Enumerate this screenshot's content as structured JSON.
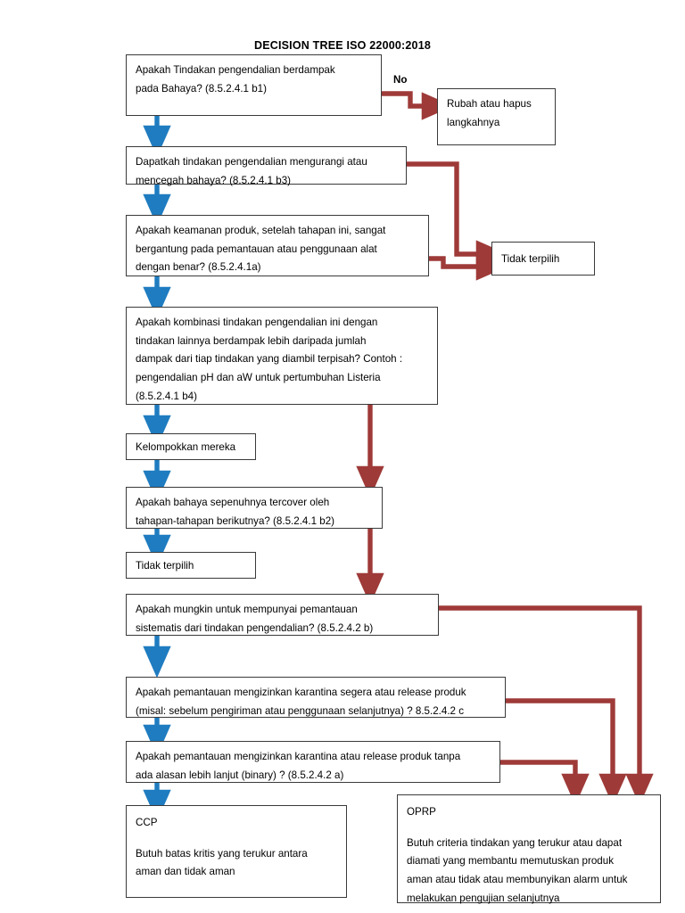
{
  "title": "DECISION TREE ISO 22000:2018",
  "colors": {
    "flow_yes": "#1F7CC0",
    "flow_no": "#9E3A38",
    "box_border": "#3A3A3A",
    "background": "#FFFFFF",
    "text": "#000000"
  },
  "edge_labels": {
    "no": "No"
  },
  "nodes": {
    "q1": {
      "id": "q1",
      "line1": "Apakah Tindakan pengendalian berdampak",
      "line2": "pada Bahaya? (8.5.2.4.1 b1)"
    },
    "modify_step": {
      "id": "modify-step",
      "line1": "Rubah atau hapus",
      "line2": "langkahnya"
    },
    "q2": {
      "id": "q2",
      "line1": "Dapatkah tindakan pengendalian mengurangi atau",
      "line2": "mencegah bahaya? (8.5.2.4.1 b3)"
    },
    "q3": {
      "id": "q3",
      "line1": "Apakah keamanan produk, setelah tahapan ini, sangat",
      "line2": "bergantung pada pemantauan atau penggunaan alat",
      "line3": "dengan benar? (8.5.2.4.1a)"
    },
    "not_selected_1": {
      "id": "not-selected-1",
      "label": "Tidak terpilih"
    },
    "q4": {
      "id": "q4",
      "line1": "Apakah kombinasi tindakan pengendalian ini dengan",
      "line2": "tindakan lainnya berdampak lebih daripada jumlah",
      "line3": "dampak dari tiap tindakan yang diambil terpisah? Contoh :",
      "line4": "pengendalian pH dan aW untuk pertumbuhan Listeria",
      "line5": "(8.5.2.4.1 b4)"
    },
    "group_them": {
      "id": "group-them",
      "label": "Kelompokkan mereka"
    },
    "q5": {
      "id": "q5",
      "line1": "Apakah bahaya sepenuhnya tercover oleh",
      "line2": "tahapan-tahapan berikutnya? (8.5.2.4.1 b2)"
    },
    "not_selected_2": {
      "id": "not-selected-2",
      "label": "Tidak terpilih"
    },
    "q6": {
      "id": "q6",
      "line1": "Apakah mungkin untuk mempunyai pemantauan",
      "line2": "sistematis dari tindakan pengendalian?  (8.5.2.4.2 b)"
    },
    "q7": {
      "id": "q7",
      "line1": "Apakah pemantauan mengizinkan karantina segera atau release produk",
      "line2": "(misal: sebelum pengiriman atau penggunaan selanjutnya) ? 8.5.2.4.2 c"
    },
    "q8": {
      "id": "q8",
      "line1": "Apakah pemantauan mengizinkan karantina atau release produk tanpa",
      "line2": "ada alasan lebih lanjut (binary) ? (8.5.2.4.2 a)"
    },
    "ccp": {
      "id": "ccp",
      "heading": "CCP",
      "line1": "Butuh batas kritis yang terukur antara",
      "line2": "aman dan tidak aman"
    },
    "oprp": {
      "id": "oprp",
      "heading": "OPRP",
      "line1": "Butuh criteria tindakan yang terukur atau dapat",
      "line2": "diamati yang membantu memutuskan produk",
      "line3": "aman atau tidak atau membunyikan alarm untuk",
      "line4": "melakukan pengujian selanjutnya"
    }
  }
}
